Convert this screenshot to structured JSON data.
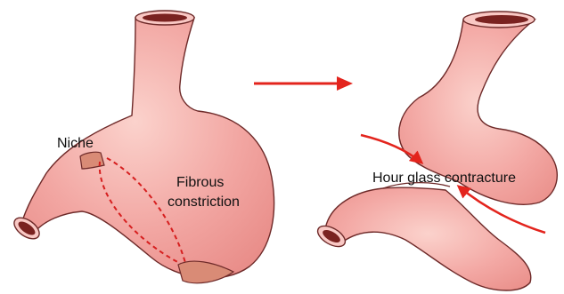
{
  "labels": {
    "niche": "Niche",
    "fibrous_line1": "Fibrous",
    "fibrous_line2": "constriction",
    "hourglass": "Hour glass contracture"
  },
  "colors": {
    "tissue_fill": "#f2a5a2",
    "tissue_light": "#f9c8c4",
    "tissue_outline": "#6e2a29",
    "lumen": "#7a2220",
    "constriction_dash": "#d61f1f",
    "arrow": "#e3241d",
    "niche_fill": "#d98b76"
  },
  "icons": {
    "transition_arrow": "right-arrow-icon",
    "constriction_arrows": "curved-arrow-icon"
  }
}
